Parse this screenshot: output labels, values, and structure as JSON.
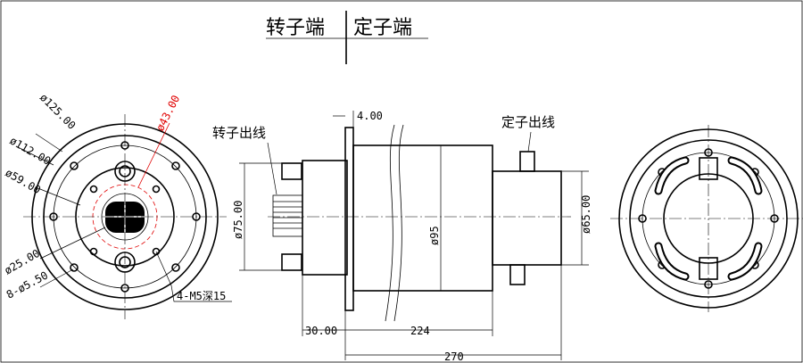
{
  "header": {
    "rotor_side": "转子端",
    "stator_side": "定子端"
  },
  "labels": {
    "rotor_wires": "转子出线",
    "stator_wires": "定子出线"
  },
  "left_view": {
    "d125": "ø125.00",
    "d43": "ø43.00",
    "d112": "ø112.00",
    "d59": "ø59.00",
    "d25": "ø25.00",
    "holes": "8-ø5.50",
    "tapped": "4-M5深15"
  },
  "side_view": {
    "flange_thk": "4.00",
    "d75": "ø75.00",
    "d95": "ø95",
    "d65": "ø65.00",
    "len30": "30.00",
    "len224": "224",
    "len270": "270"
  },
  "colors": {
    "line": "#000000",
    "highlight": "#e00000"
  }
}
